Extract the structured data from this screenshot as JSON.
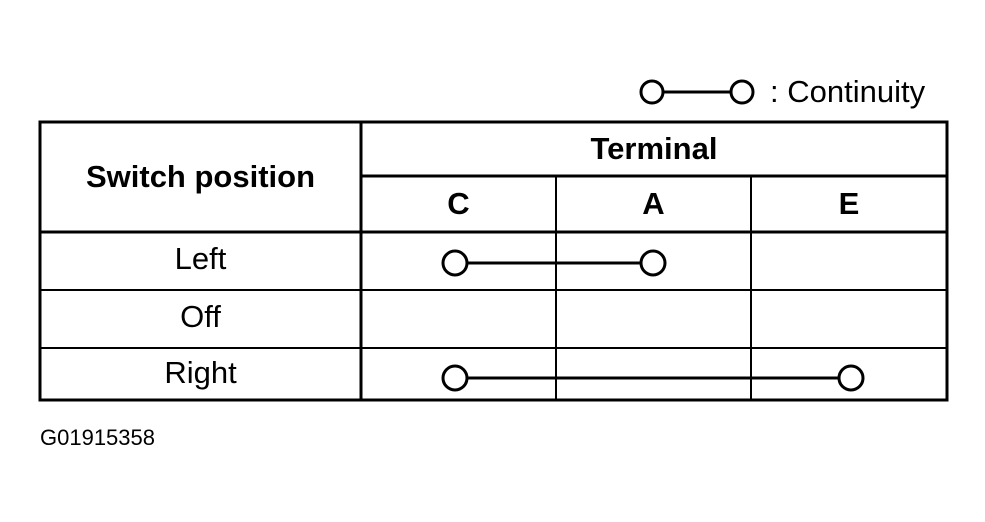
{
  "legend": {
    "text": ": Continuity",
    "symbol": "continuity-symbol"
  },
  "table": {
    "corner_header": "Switch position",
    "group_header": "Terminal",
    "terminals": [
      "C",
      "A",
      "E"
    ],
    "rows": [
      {
        "label": "Left",
        "connected": [
          "C",
          "A"
        ]
      },
      {
        "label": "Off",
        "connected": []
      },
      {
        "label": "Right",
        "connected": [
          "C",
          "E"
        ]
      }
    ]
  },
  "figure_id": "G01915358",
  "colors": {
    "ink": "#000000",
    "paper": "#ffffff"
  }
}
